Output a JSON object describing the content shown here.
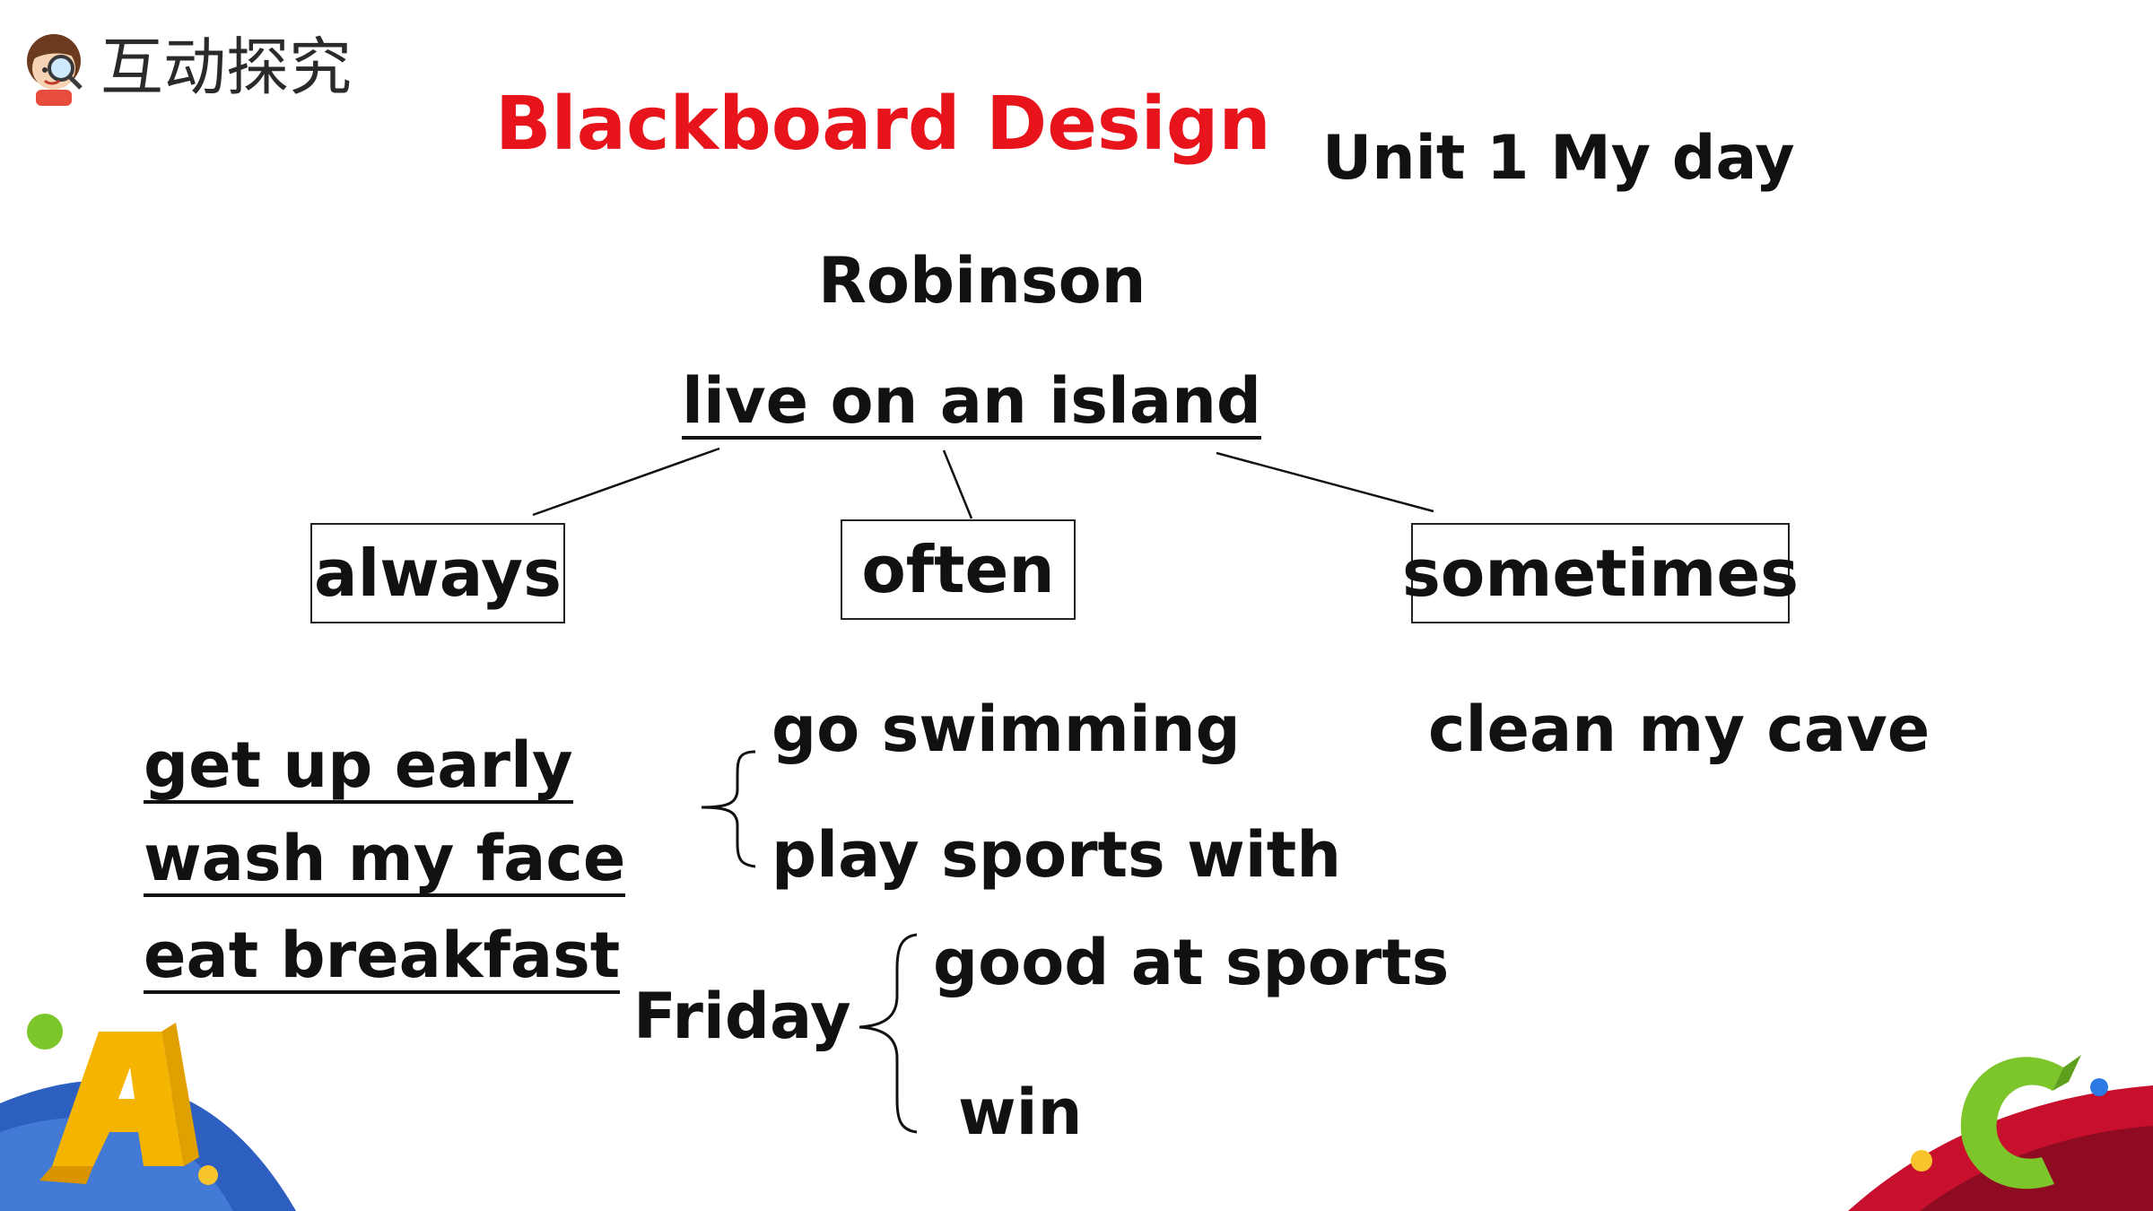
{
  "header": {
    "title": "互动探究",
    "icon": "teacher-magnifier-icon"
  },
  "slide": {
    "title": "Blackboard Design",
    "unit": "Unit 1 My day",
    "root": "Robinson",
    "sub_root": "live on an island",
    "categories": [
      "always",
      "often",
      "sometimes"
    ],
    "always_items": [
      "get up early",
      "wash my face",
      "eat breakfast"
    ],
    "often_items": [
      "go swimming",
      "play sports with"
    ],
    "sometimes_items": [
      "clean my cave"
    ],
    "friday_label": "Friday",
    "friday_items": [
      "good at sports",
      "win"
    ]
  },
  "colors": {
    "title_red": "#e8141b",
    "text": "#111111",
    "accent_yellow": "#f7c52b",
    "accent_green": "#7cc52a",
    "accent_blue": "#2c5fbf",
    "accent_red": "#c8102e"
  }
}
